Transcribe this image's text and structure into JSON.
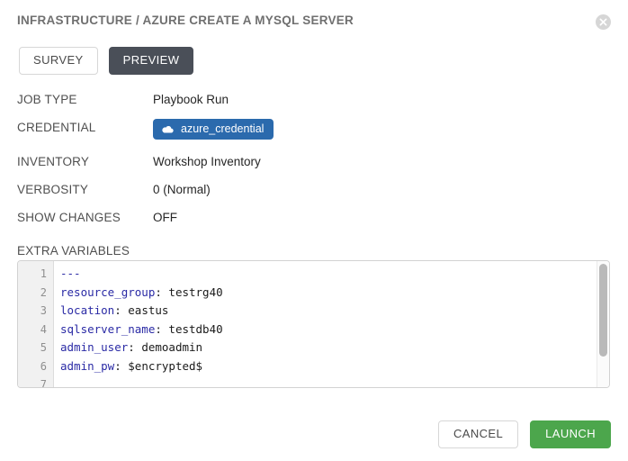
{
  "header": {
    "title": "INFRASTRUCTURE / AZURE CREATE A MYSQL SERVER",
    "close_icon": "close-circle-icon"
  },
  "tabs": [
    {
      "label": "SURVEY",
      "active": false
    },
    {
      "label": "PREVIEW",
      "active": true
    }
  ],
  "details": {
    "job_type": {
      "label": "JOB TYPE",
      "value": "Playbook Run"
    },
    "credential": {
      "label": "CREDENTIAL",
      "pill_label": "azure_credential",
      "pill_icon": "cloud-icon",
      "pill_color": "#2b6aad"
    },
    "inventory": {
      "label": "INVENTORY",
      "value": "Workshop Inventory"
    },
    "verbosity": {
      "label": "VERBOSITY",
      "value": "0 (Normal)"
    },
    "show_changes": {
      "label": "SHOW CHANGES",
      "value": "OFF"
    }
  },
  "extra_variables": {
    "label": "EXTRA VARIABLES",
    "lines": [
      {
        "num": "1",
        "key": "",
        "sep": "",
        "value": "---",
        "style": "doc"
      },
      {
        "num": "2",
        "key": "resource_group",
        "sep": ":",
        "value": " testrg40",
        "style": "pair"
      },
      {
        "num": "3",
        "key": "location",
        "sep": ":",
        "value": " eastus",
        "style": "pair"
      },
      {
        "num": "4",
        "key": "sqlserver_name",
        "sep": ":",
        "value": " testdb40",
        "style": "pair"
      },
      {
        "num": "5",
        "key": "admin_user",
        "sep": ":",
        "value": " demoadmin",
        "style": "pair"
      },
      {
        "num": "6",
        "key": "admin_pw",
        "sep": ":",
        "value": " $encrypted$",
        "style": "pair"
      },
      {
        "num": "7",
        "key": "",
        "sep": "",
        "value": "",
        "style": "empty"
      }
    ]
  },
  "footer": {
    "cancel_label": "CANCEL",
    "launch_label": "LAUNCH",
    "launch_color": "#4ca64c"
  }
}
